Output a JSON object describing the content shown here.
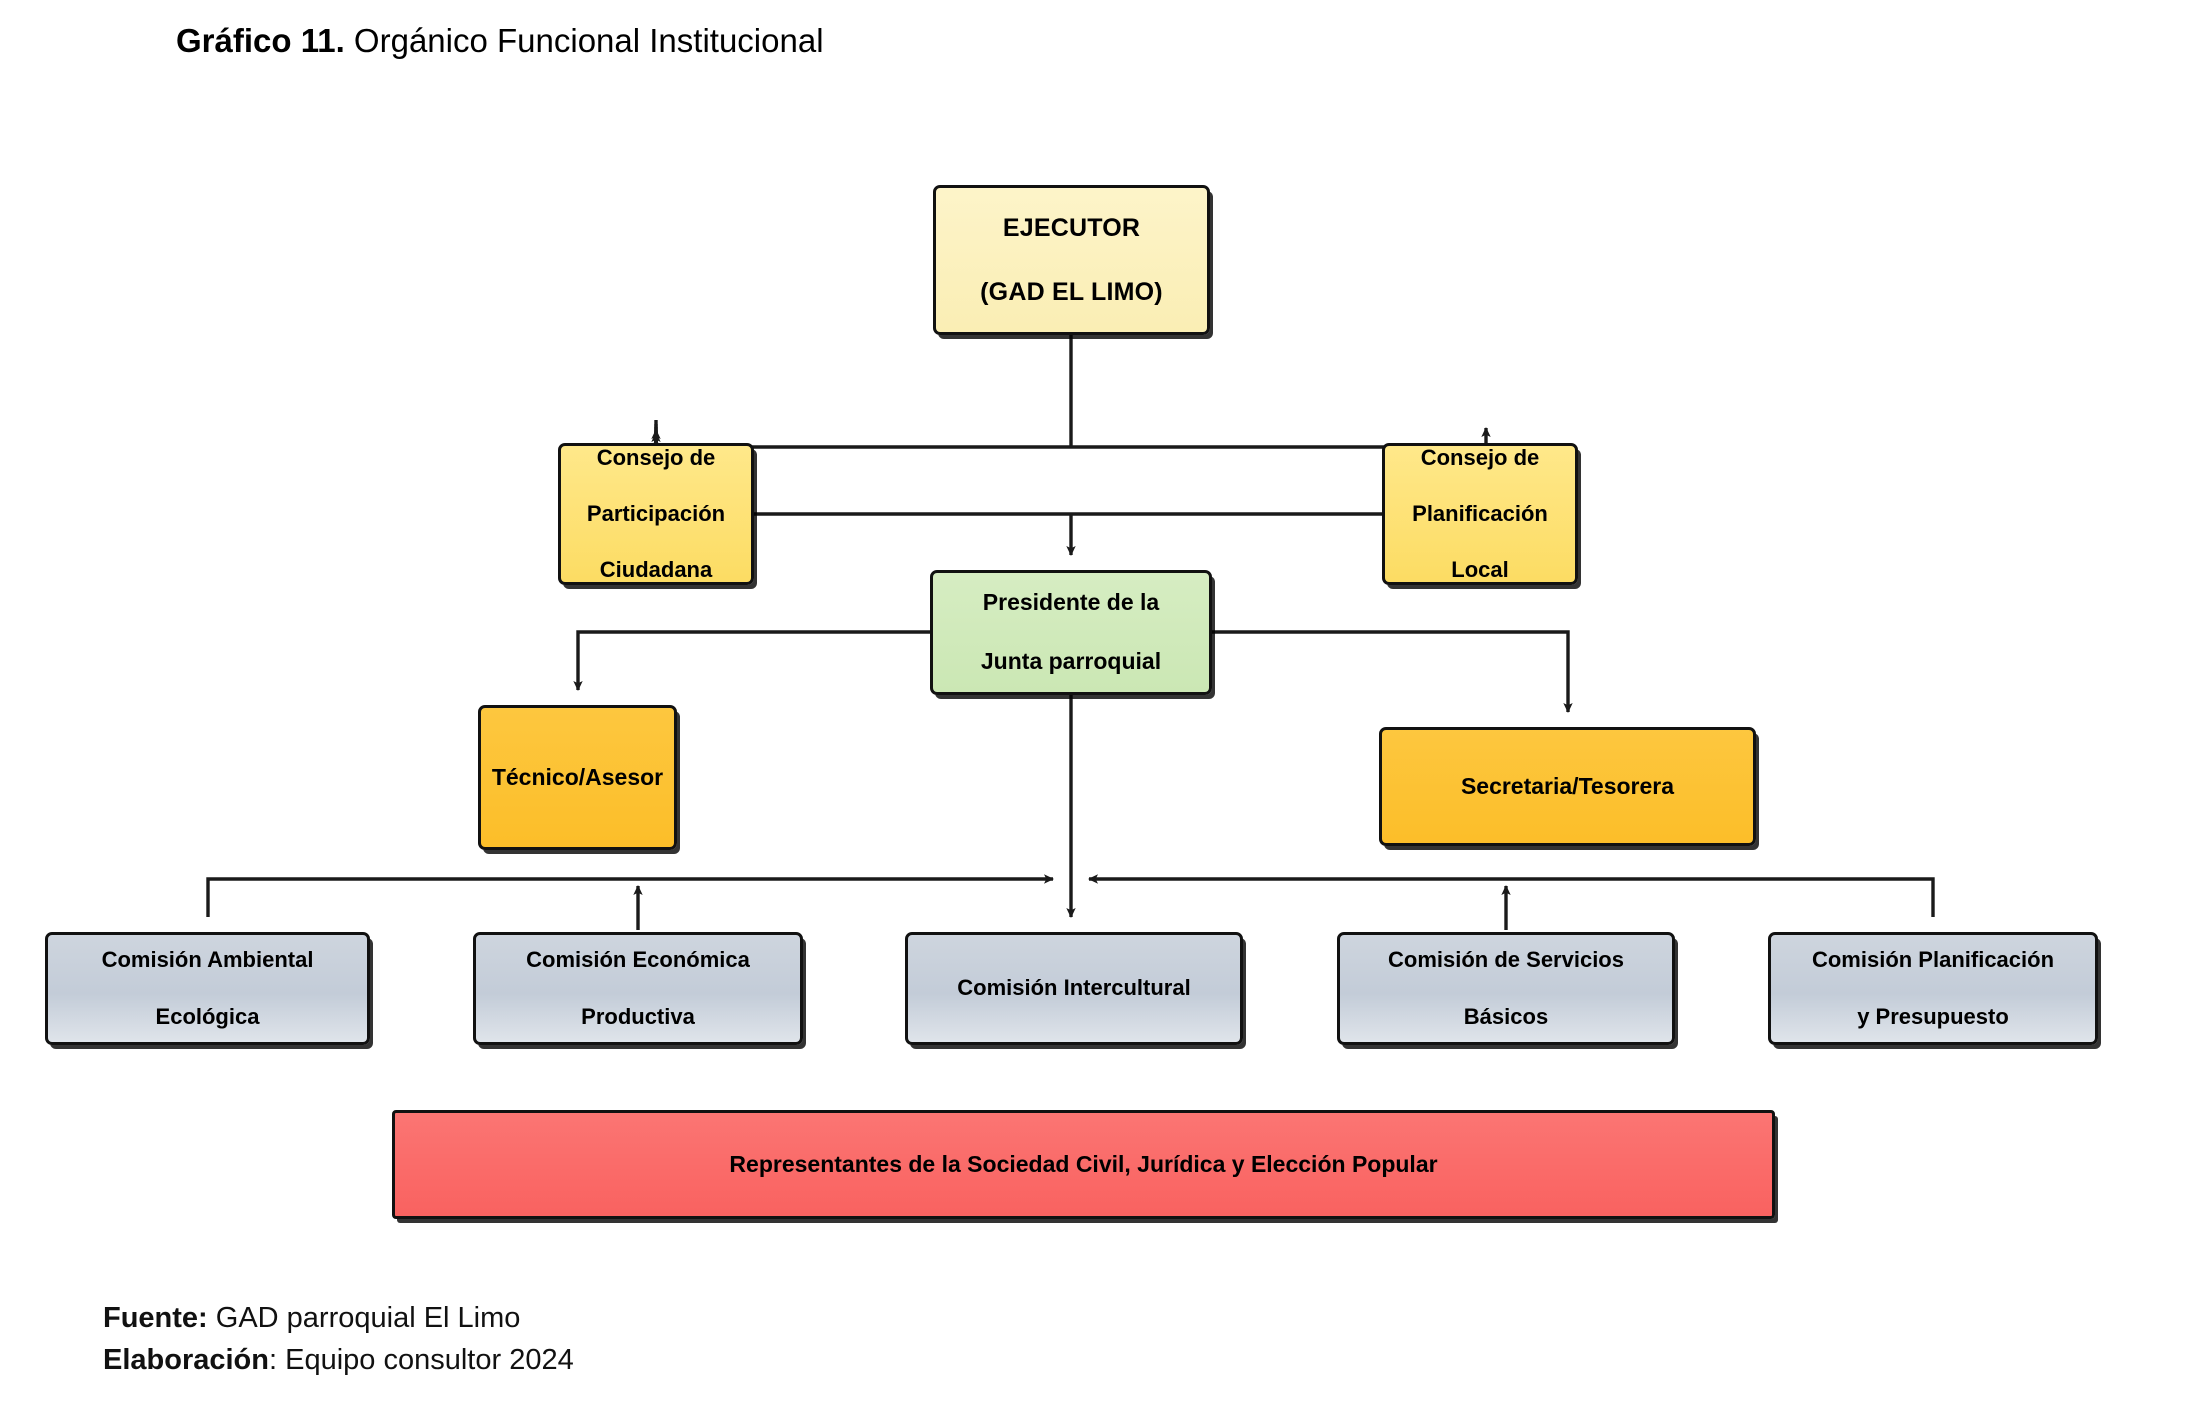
{
  "title": {
    "lead": "Gráfico 11.",
    "rest": " Orgánico Funcional Institucional"
  },
  "footer": {
    "source_label": "Fuente:",
    "source_value": " GAD parroquial El Limo",
    "author_label": "Elaboración",
    "author_value": ": Equipo consultor 2024"
  },
  "colors": {
    "executor": "#faeeb4",
    "council": "#fcdc63",
    "president": "#d6edc2",
    "staff": "#fcbe29",
    "commission": "#c3ccd8",
    "representatives": "#f96260",
    "border": "#111111",
    "connector": "#1a1a1a"
  },
  "chart_data": {
    "type": "diagram",
    "subtype": "organizational-chart",
    "title": "Orgánico Funcional Institucional",
    "nodes": [
      {
        "id": "ejecutor",
        "label": "EJECUTOR\n(GAD EL LIMO)",
        "level": 0,
        "color": "#faeeb4"
      },
      {
        "id": "cpc",
        "label": "Consejo de Participación Ciudadana",
        "level": 1,
        "color": "#fcdc63"
      },
      {
        "id": "cpl",
        "label": "Consejo de Planificación Local",
        "level": 1,
        "color": "#fcdc63"
      },
      {
        "id": "presidente",
        "label": "Presidente de la Junta parroquial",
        "level": 2,
        "color": "#d6edc2"
      },
      {
        "id": "tecnico",
        "label": "Técnico/Asesor",
        "level": 3,
        "color": "#fcbe29"
      },
      {
        "id": "secretaria",
        "label": "Secretaria/Tesorera",
        "level": 3,
        "color": "#fcbe29"
      },
      {
        "id": "com-ambiental",
        "label": "Comisión Ambiental Ecológica",
        "level": 4,
        "color": "#c3ccd8"
      },
      {
        "id": "com-economica",
        "label": "Comisión Económica Productiva",
        "level": 4,
        "color": "#c3ccd8"
      },
      {
        "id": "com-intercultural",
        "label": "Comisión Intercultural",
        "level": 4,
        "color": "#c3ccd8"
      },
      {
        "id": "com-servicios",
        "label": "Comisión de Servicios Básicos",
        "level": 4,
        "color": "#c3ccd8"
      },
      {
        "id": "com-planificacion",
        "label": "Comisión Planificación y Presupuesto",
        "level": 4,
        "color": "#c3ccd8"
      },
      {
        "id": "representantes",
        "label": "Representantes de la Sociedad Civil, Jurídica y Elección Popular",
        "level": 5,
        "color": "#f96260"
      }
    ],
    "edges": [
      {
        "from": "ejecutor",
        "to": "cpc",
        "arrow": true
      },
      {
        "from": "ejecutor",
        "to": "cpl",
        "arrow": true
      },
      {
        "from": "cpc",
        "to": "presidente",
        "arrow": true
      },
      {
        "from": "cpl",
        "to": "presidente",
        "arrow": true
      },
      {
        "from": "presidente",
        "to": "tecnico",
        "arrow": true
      },
      {
        "from": "presidente",
        "to": "secretaria",
        "arrow": true
      },
      {
        "from": "presidente",
        "to": "com-intercultural",
        "arrow": true
      },
      {
        "from": "com-ambiental",
        "to": "com-intercultural",
        "arrow": true
      },
      {
        "from": "com-economica",
        "to": "com-intercultural",
        "arrow": true
      },
      {
        "from": "com-servicios",
        "to": "com-intercultural",
        "arrow": true
      },
      {
        "from": "com-planificacion",
        "to": "com-intercultural",
        "arrow": true
      }
    ]
  },
  "nodes": {
    "executor": {
      "line1": "EJECUTOR",
      "line2": "(GAD EL LIMO)"
    },
    "cpc": {
      "line1": "Consejo de",
      "line2": "Participación",
      "line3": "Ciudadana"
    },
    "cpl": {
      "line1": "Consejo de",
      "line2": "Planificación",
      "line3": "Local"
    },
    "president": {
      "line1": "Presidente de la",
      "line2": "Junta parroquial"
    },
    "tecnico": {
      "label": "Técnico/Asesor"
    },
    "secretaria": {
      "label": "Secretaria/Tesorera"
    },
    "commissions": [
      {
        "line1": "Comisión Ambiental",
        "line2": "Ecológica"
      },
      {
        "line1": "Comisión Económica",
        "line2": "Productiva"
      },
      {
        "line1": "Comisión Intercultural",
        "line2": ""
      },
      {
        "line1": "Comisión de Servicios",
        "line2": "Básicos"
      },
      {
        "line1": "Comisión Planificación",
        "line2": "y Presupuesto"
      }
    ],
    "representatives": {
      "label": "Representantes de la Sociedad Civil, Jurídica y Elección Popular"
    }
  }
}
